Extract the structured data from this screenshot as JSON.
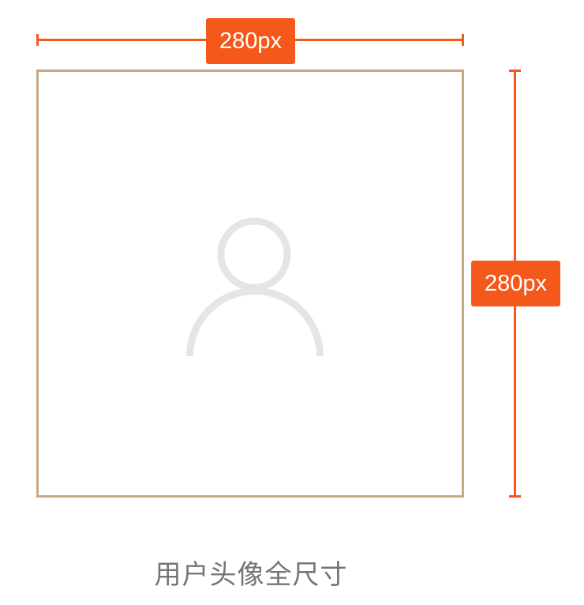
{
  "dimension": {
    "width_label": "280px",
    "height_label": "280px"
  },
  "avatar": {
    "icon": "user-icon"
  },
  "caption": "用户头像全尺寸",
  "colors": {
    "accent": "#f4581a",
    "frame_border": "#c8a983",
    "icon": "#e5e5e5",
    "caption_text": "#757575"
  }
}
